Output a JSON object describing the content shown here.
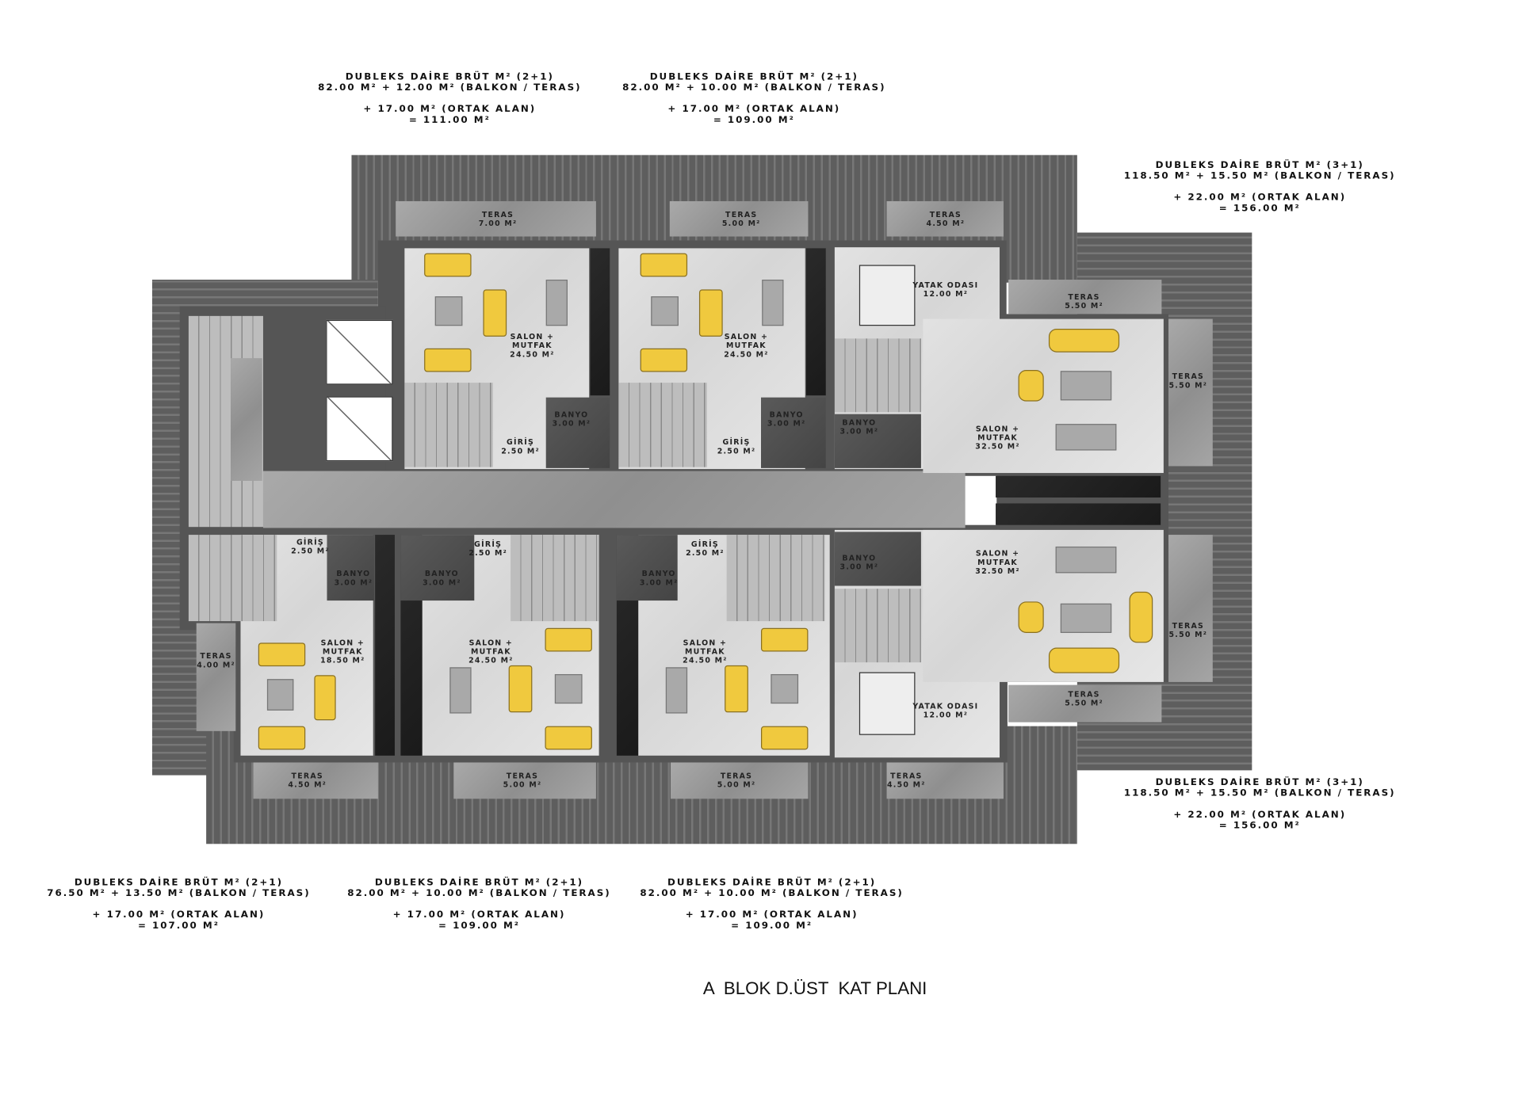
{
  "title": "A  BLOK D.ÜST  KAT PLANI",
  "unit_summaries": [
    {
      "heading": "DUBLEKS DAİRE BRÜT M² (2+1)",
      "gross": "82.00 M² + 12.00 M² (BALKON / TERAS)",
      "common": "+ 17.00 M² (ORTAK ALAN)",
      "total": "= 111.00 M²"
    },
    {
      "heading": "DUBLEKS DAİRE BRÜT M² (2+1)",
      "gross": "82.00 M² + 10.00 M² (BALKON / TERAS)",
      "common": "+ 17.00 M² (ORTAK ALAN)",
      "total": "= 109.00 M²"
    },
    {
      "heading": "DUBLEKS DAİRE BRÜT M² (3+1)",
      "gross": "118.50 M² + 15.50 M² (BALKON / TERAS)",
      "common": "+ 22.00 M² (ORTAK ALAN)",
      "total": "= 156.00 M²"
    },
    {
      "heading": "DUBLEKS DAİRE BRÜT M² (3+1)",
      "gross": "118.50 M² + 15.50 M² (BALKON / TERAS)",
      "common": "+ 22.00 M² (ORTAK ALAN)",
      "total": "= 156.00 M²"
    },
    {
      "heading": "DUBLEKS DAİRE BRÜT M² (2+1)",
      "gross": "76.50 M² + 13.50 M² (BALKON / TERAS)",
      "common": "+ 17.00 M² (ORTAK ALAN)",
      "total": "= 107.00 M²"
    },
    {
      "heading": "DUBLEKS DAİRE BRÜT M² (2+1)",
      "gross": "82.00 M² + 10.00 M² (BALKON / TERAS)",
      "common": "+ 17.00 M² (ORTAK ALAN)",
      "total": "= 109.00 M²"
    },
    {
      "heading": "DUBLEKS DAİRE BRÜT M² (2+1)",
      "gross": "82.00 M² + 10.00 M² (BALKON / TERAS)",
      "common": "+ 17.00 M² (ORTAK ALAN)",
      "total": "= 109.00 M²"
    }
  ],
  "rooms": [
    {
      "name": "TERAS",
      "area": "7.00 M²"
    },
    {
      "name": "TERAS",
      "area": "5.00 M²"
    },
    {
      "name": "TERAS",
      "area": "4.50 M²"
    },
    {
      "name": "SALON +\nMUTFAK",
      "area": "24.50 M²"
    },
    {
      "name": "SALON +\nMUTFAK",
      "area": "24.50 M²"
    },
    {
      "name": "YATAK ODASI",
      "area": "12.00 M²"
    },
    {
      "name": "TERAS",
      "area": "5.50 M²"
    },
    {
      "name": "TERAS",
      "area": "5.50 M²"
    },
    {
      "name": "BANYO",
      "area": "3.00 M²"
    },
    {
      "name": "GİRİŞ",
      "area": "2.50 M²"
    },
    {
      "name": "BANYO",
      "area": "3.00 M²"
    },
    {
      "name": "GİRİŞ",
      "area": "2.50 M²"
    },
    {
      "name": "BANYO",
      "area": "3.00 M²"
    },
    {
      "name": "SALON +\nMUTFAK",
      "area": "32.50 M²"
    },
    {
      "name": "GİRİŞ",
      "area": "2.50 M²"
    },
    {
      "name": "BANYO",
      "area": "3.00 M²"
    },
    {
      "name": "BANYO",
      "area": "3.00 M²"
    },
    {
      "name": "GİRİŞ",
      "area": "2.50 M²"
    },
    {
      "name": "BANYO",
      "area": "3.00 M²"
    },
    {
      "name": "GİRİŞ",
      "area": "2.50 M²"
    },
    {
      "name": "BANYO",
      "area": "3.00 M²"
    },
    {
      "name": "SALON +\nMUTFAK",
      "area": "32.50 M²"
    },
    {
      "name": "SALON +\nMUTFAK",
      "area": "18.50 M²"
    },
    {
      "name": "SALON +\nMUTFAK",
      "area": "24.50 M²"
    },
    {
      "name": "SALON +\nMUTFAK",
      "area": "24.50 M²"
    },
    {
      "name": "TERAS",
      "area": "4.00 M²"
    },
    {
      "name": "TERAS",
      "area": "5.50 M²"
    },
    {
      "name": "TERAS",
      "area": "5.50 M²"
    },
    {
      "name": "YATAK ODASI",
      "area": "12.00 M²"
    },
    {
      "name": "TERAS",
      "area": "4.50 M²"
    },
    {
      "name": "TERAS",
      "area": "5.00 M²"
    },
    {
      "name": "TERAS",
      "area": "5.00 M²"
    },
    {
      "name": "TERAS",
      "area": "4.50 M²"
    }
  ],
  "colors": {
    "furniture": "#f0c93e",
    "roof": "#666666",
    "wall": "#555555",
    "floor": "#e0e0e0"
  }
}
